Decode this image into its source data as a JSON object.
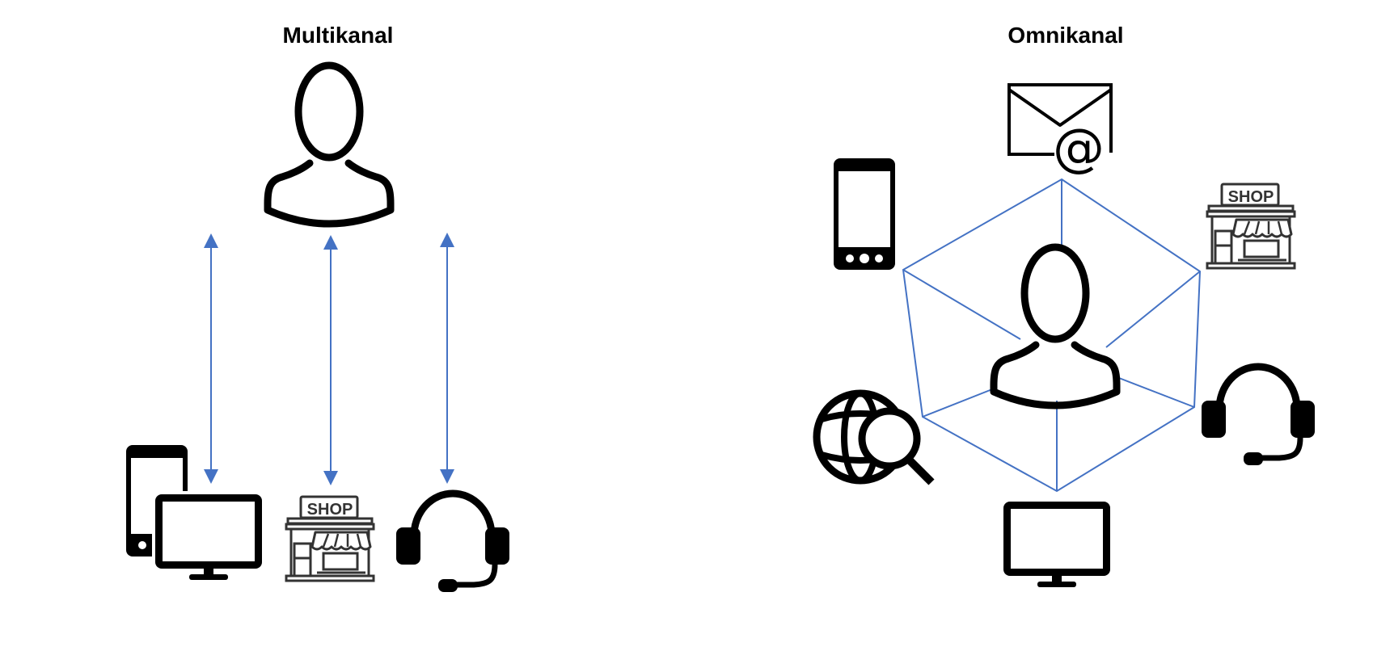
{
  "left_diagram": {
    "title": "Multikanal",
    "shop_sign": "SHOP"
  },
  "right_diagram": {
    "title": "Omnikanal",
    "shop_sign": "SHOP",
    "email_symbol": "@"
  },
  "colors": {
    "connector": "#4472C4",
    "icon": "#000000",
    "shop_icon": "#333333"
  },
  "icons": [
    "person-icon",
    "smartphone-icon",
    "monitor-icon",
    "shop-icon",
    "headset-icon",
    "email-icon",
    "web-search-icon"
  ]
}
